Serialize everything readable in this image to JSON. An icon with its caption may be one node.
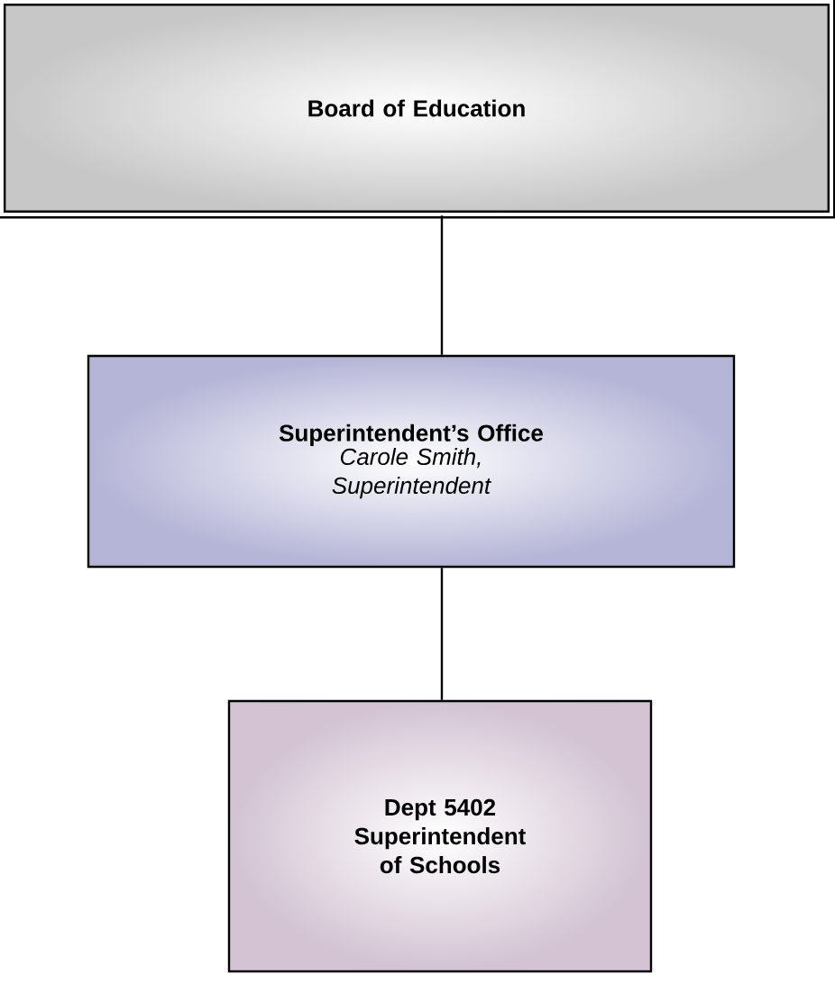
{
  "diagram": {
    "nodes": [
      {
        "text": [
          "Board of Education"
        ]
      },
      {
        "text": [
          "Superintendent’s Office",
          "Carole Smith, Superintendent"
        ]
      },
      {
        "text": [
          "Dept 5402 Superintendent of Schools"
        ]
      }
    ],
    "edges": [
      {
        "from": 0,
        "to": 1,
        "arrow": "none"
      },
      {
        "from": 1,
        "to": 2,
        "arrow": "none"
      }
    ]
  }
}
